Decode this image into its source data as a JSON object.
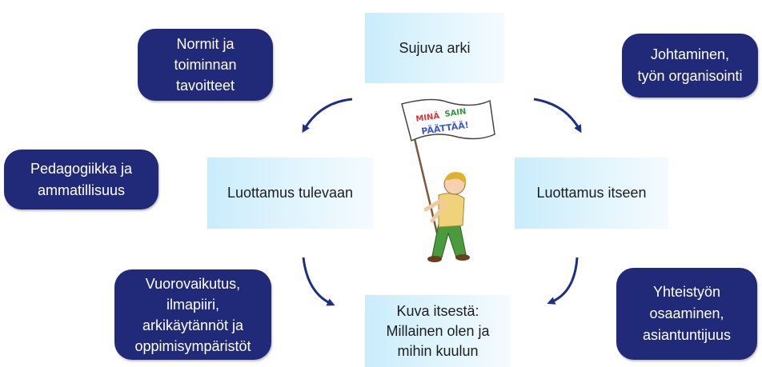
{
  "center_boxes": {
    "top": [
      "Sujuva arki"
    ],
    "left": [
      "Luottamus tulevaan"
    ],
    "right": [
      "Luottamus itseen"
    ],
    "bottom": [
      "Kuva itsestä:",
      "Millainen olen ja",
      "mihin kuulun"
    ]
  },
  "outer_boxes": {
    "top_left": [
      "Normit ja",
      "toiminnan",
      "tavoitteet"
    ],
    "top_right": [
      "Johtaminen,",
      "työn organisointi"
    ],
    "middle_left": [
      "Pedagogiikka ja",
      "ammatillisuus"
    ],
    "bottom_left": [
      "Vuorovaikutus,",
      "ilmapiiri,",
      "arkikäytännöt ja",
      "oppimisympäristöt"
    ],
    "bottom_right": [
      "Yhteistyön",
      "osaaminen,",
      "asiantuntijuus"
    ]
  },
  "flag": {
    "line1_a": "MINÄ",
    "line1_b": "SAIN",
    "line2": "PÄÄTTÄÄ!"
  },
  "colors": {
    "dark_box": "#202a78",
    "light_box": "#d4f0fc",
    "arrow": "#1f2f86"
  }
}
